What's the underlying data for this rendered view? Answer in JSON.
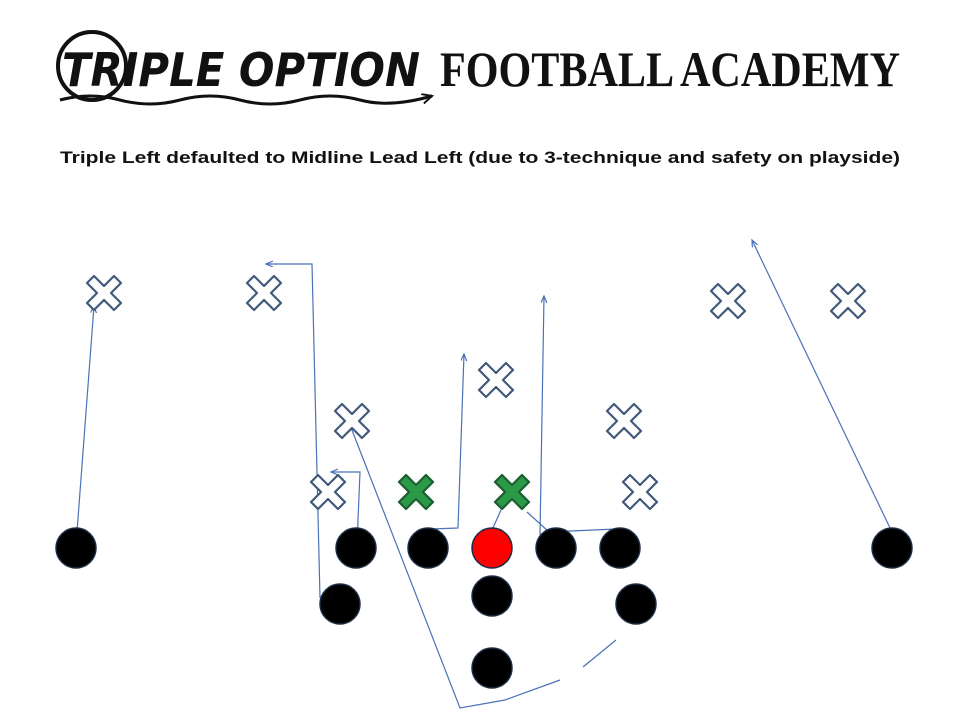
{
  "logo": {
    "left_text": "TRIPLE OPTION",
    "right_text": "FOOTBALL ACADEMY"
  },
  "caption": "Triple Left defaulted to Midline Lead Left (due to 3-technique and safety on playside)",
  "colors": {
    "defender_outline": "#41597a",
    "keyed_defender": "#2a9a48",
    "keyed_outline": "#1d5e30",
    "offense": "#000000",
    "center": "#ff0000",
    "route": "#4a72b8"
  },
  "defense": [
    {
      "id": "left-corner",
      "key": false
    },
    {
      "id": "left-safety",
      "key": false
    },
    {
      "id": "left-outside-linebacker",
      "key": false
    },
    {
      "id": "middle-linebacker",
      "key": false
    },
    {
      "id": "right-linebacker",
      "key": false
    },
    {
      "id": "right-safety",
      "key": false
    },
    {
      "id": "right-corner",
      "key": false
    },
    {
      "id": "left-end",
      "key": false
    },
    {
      "id": "three-technique",
      "key": true
    },
    {
      "id": "nose",
      "key": true
    },
    {
      "id": "right-end",
      "key": false
    }
  ],
  "offense": [
    {
      "id": "left-wide-receiver",
      "role": "player"
    },
    {
      "id": "left-tackle",
      "role": "player"
    },
    {
      "id": "left-guard",
      "role": "player"
    },
    {
      "id": "center",
      "role": "center"
    },
    {
      "id": "right-guard",
      "role": "player"
    },
    {
      "id": "right-tackle",
      "role": "player"
    },
    {
      "id": "right-wide-receiver",
      "role": "player"
    },
    {
      "id": "left-slotback",
      "role": "player"
    },
    {
      "id": "quarterback",
      "role": "player"
    },
    {
      "id": "right-slotback",
      "role": "player"
    },
    {
      "id": "fullback",
      "role": "player"
    }
  ]
}
